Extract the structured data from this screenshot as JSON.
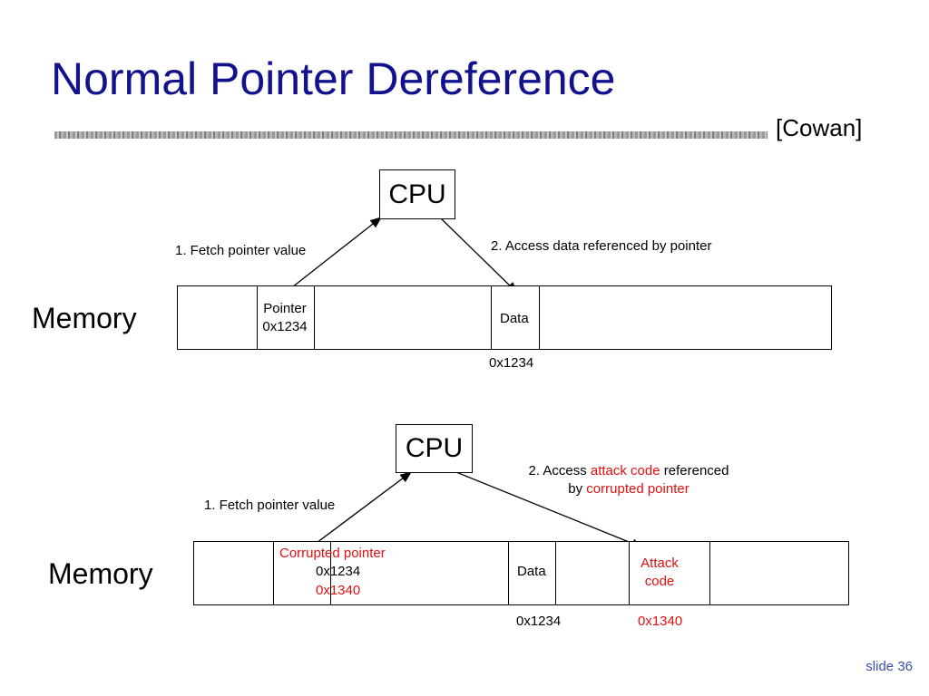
{
  "slide": {
    "title": "Normal Pointer Dereference",
    "citation": "[Cowan]",
    "slide_number": "slide 36"
  },
  "diagram_top": {
    "cpu_label": "CPU",
    "memory_label": "Memory",
    "step1": "1. Fetch pointer value",
    "step2": "2. Access data referenced by pointer",
    "pointer_label": "Pointer",
    "pointer_value": "0x1234",
    "data_label": "Data",
    "data_address": "0x1234"
  },
  "diagram_bottom": {
    "cpu_label": "CPU",
    "memory_label": "Memory",
    "step1": "1. Fetch pointer value",
    "step2_prefix": "2. Access ",
    "step2_highlight1": "attack code",
    "step2_middle": " referenced",
    "step2_line2_prefix": "by ",
    "step2_highlight2": "corrupted pointer",
    "corrupted_label": "Corrupted pointer",
    "old_value": "0x1234",
    "new_value": "0x1340",
    "data_label": "Data",
    "attack_line1": "Attack",
    "attack_line2": "code",
    "data_address": "0x1234",
    "attack_address": "0x1340"
  },
  "colors": {
    "title": "#12128f",
    "highlight": "#e01010",
    "slide_number": "#3a4fb0"
  }
}
